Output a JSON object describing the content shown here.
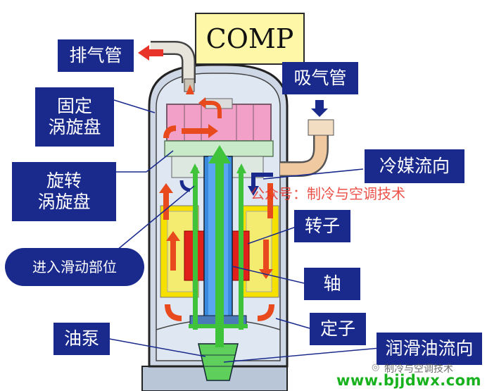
{
  "title_box": "COMP",
  "labels": {
    "discharge_pipe": "排气管",
    "suction_pipe": "吸气管",
    "fixed_scroll": "固定\n涡旋盘",
    "orbiting_scroll": "旋转\n涡旋盘",
    "refrigerant_flow": "冷媒流向",
    "enter_sliding_part": "进入滑动部位",
    "rotor": "转子",
    "shaft": "轴",
    "oil_pump": "油泵",
    "stator": "定子",
    "lube_oil_flow": "润滑油流向"
  },
  "watermarks": {
    "red": "公众号：制冷与空调技术",
    "gray": "制冷与空调技术",
    "green": "www.bjjdwx.com"
  },
  "colors": {
    "label_bg": "#1a2a8c",
    "label_text": "#ffffff",
    "refrigerant_arrow": "#e84a1e",
    "oil_arrow": "#3fc33a",
    "coil_yellow": "#f5e000",
    "rotor_red": "#e0201a",
    "scroll_pink": "#f2a0c8",
    "shaft_blue": "#2a6fc8"
  }
}
